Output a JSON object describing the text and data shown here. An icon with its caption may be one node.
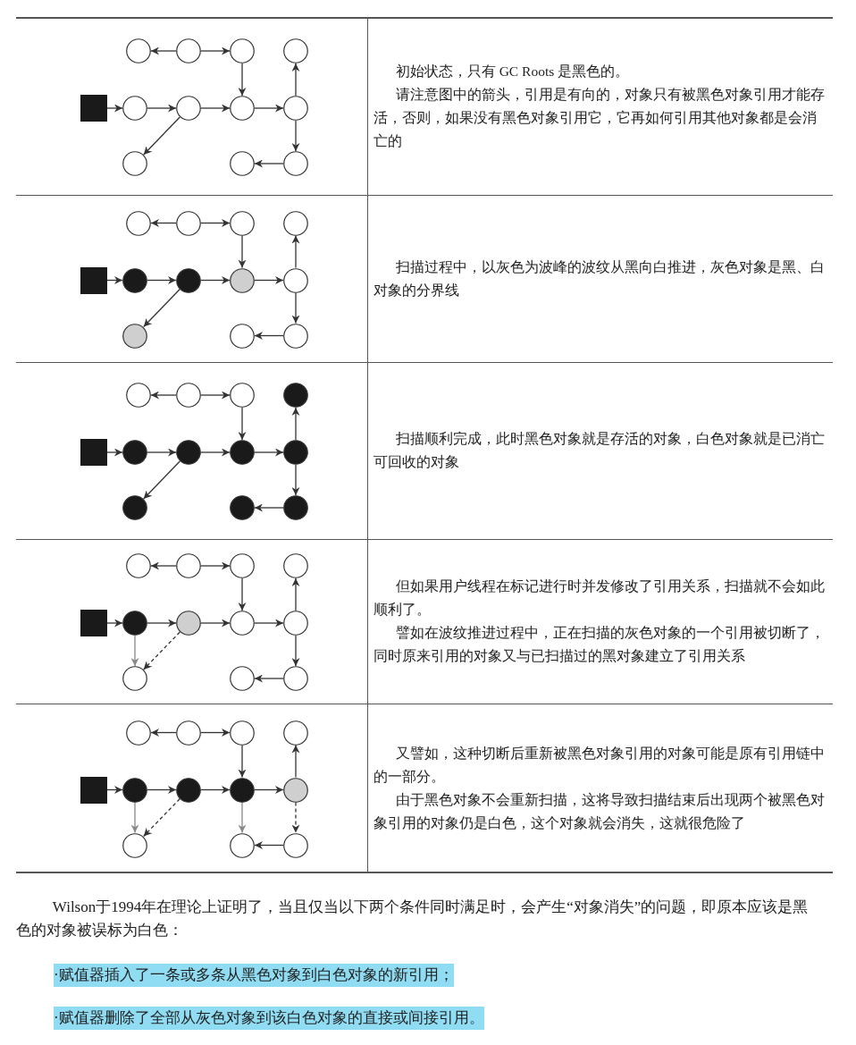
{
  "diagram": {
    "nodes": [
      {
        "text": [],
        "shape": "circle"
      },
      {
        "text": [],
        "shape": "circle"
      },
      {
        "text": [],
        "shape": "circle"
      },
      {
        "text": [],
        "shape": "circle"
      },
      {
        "text": [],
        "shape": "box"
      },
      {
        "text": [],
        "shape": "circle"
      },
      {
        "text": [],
        "shape": "circle"
      },
      {
        "text": [],
        "shape": "circle"
      },
      {
        "text": [],
        "shape": "circle"
      },
      {
        "text": [],
        "shape": "circle"
      },
      {
        "text": [],
        "shape": "circle"
      },
      {
        "text": [],
        "shape": "circle"
      },
      {
        "text": [],
        "shape": "circle"
      },
      {
        "text": [],
        "shape": "circle"
      },
      {
        "text": [],
        "shape": "circle"
      },
      {
        "text": [],
        "shape": "circle"
      },
      {
        "text": [],
        "shape": "box"
      },
      {
        "text": [],
        "shape": "circle"
      },
      {
        "text": [],
        "shape": "circle"
      },
      {
        "text": [],
        "shape": "circle"
      },
      {
        "text": [],
        "shape": "circle"
      },
      {
        "text": [],
        "shape": "circle"
      },
      {
        "text": [],
        "shape": "circle"
      },
      {
        "text": [],
        "shape": "circle"
      },
      {
        "text": [],
        "shape": "circle"
      },
      {
        "text": [],
        "shape": "circle"
      },
      {
        "text": [],
        "shape": "circle"
      },
      {
        "text": [],
        "shape": "circle"
      },
      {
        "text": [],
        "shape": "box"
      },
      {
        "text": [],
        "shape": "circle"
      },
      {
        "text": [],
        "shape": "circle"
      },
      {
        "text": [],
        "shape": "circle"
      },
      {
        "text": [],
        "shape": "circle"
      },
      {
        "text": [],
        "shape": "circle"
      },
      {
        "text": [],
        "shape": "circle"
      },
      {
        "text": [],
        "shape": "circle"
      },
      {
        "text": [],
        "shape": "circle"
      },
      {
        "text": [],
        "shape": "circle"
      },
      {
        "text": [],
        "shape": "circle"
      },
      {
        "text": [],
        "shape": "circle"
      },
      {
        "text": [],
        "shape": "box"
      },
      {
        "text": [],
        "shape": "circle"
      },
      {
        "text": [],
        "shape": "circle"
      },
      {
        "text": [],
        "shape": "circle"
      },
      {
        "text": [],
        "shape": "circle"
      },
      {
        "text": [],
        "shape": "circle"
      },
      {
        "text": [],
        "shape": "circle"
      },
      {
        "text": [],
        "shape": "circle"
      },
      {
        "text": [],
        "shape": "circle"
      },
      {
        "text": [],
        "shape": "circle"
      },
      {
        "text": [],
        "shape": "circle"
      },
      {
        "text": [],
        "shape": "circle"
      },
      {
        "text": [],
        "shape": "box"
      },
      {
        "text": [],
        "shape": "circle"
      },
      {
        "text": [],
        "shape": "circle"
      },
      {
        "text": [],
        "shape": "circle"
      },
      {
        "text": [],
        "shape": "circle"
      },
      {
        "text": [],
        "shape": "circle"
      },
      {
        "text": [],
        "shape": "circle"
      },
      {
        "text": [],
        "shape": "circle"
      }
    ],
    "edges": [
      {
        "from": 1,
        "to": 0,
        "arrow": "to"
      },
      {
        "from": 1,
        "to": 2,
        "arrow": "to"
      },
      {
        "from": 2,
        "to": 7,
        "arrow": "to"
      },
      {
        "from": 4,
        "to": 5,
        "arrow": "to"
      },
      {
        "from": 5,
        "to": 6,
        "arrow": "to"
      },
      {
        "from": 6,
        "to": 7,
        "arrow": "to"
      },
      {
        "from": 7,
        "to": 8,
        "arrow": "to"
      },
      {
        "from": 8,
        "to": 3,
        "arrow": "to"
      },
      {
        "from": 8,
        "to": 11,
        "arrow": "to"
      },
      {
        "from": 11,
        "to": 10,
        "arrow": "to"
      },
      {
        "from": 6,
        "to": 9,
        "arrow": "to"
      },
      {
        "from": 13,
        "to": 12,
        "arrow": "to"
      },
      {
        "from": 13,
        "to": 14,
        "arrow": "to"
      },
      {
        "from": 14,
        "to": 19,
        "arrow": "to"
      },
      {
        "from": 16,
        "to": 17,
        "arrow": "to"
      },
      {
        "from": 17,
        "to": 18,
        "arrow": "to"
      },
      {
        "from": 18,
        "to": 19,
        "arrow": "to"
      },
      {
        "from": 19,
        "to": 20,
        "arrow": "to"
      },
      {
        "from": 20,
        "to": 15,
        "arrow": "to"
      },
      {
        "from": 20,
        "to": 23,
        "arrow": "to"
      },
      {
        "from": 23,
        "to": 22,
        "arrow": "to"
      },
      {
        "from": 18,
        "to": 21,
        "arrow": "to"
      },
      {
        "from": 25,
        "to": 24,
        "arrow": "to"
      },
      {
        "from": 25,
        "to": 26,
        "arrow": "to"
      },
      {
        "from": 26,
        "to": 31,
        "arrow": "to"
      },
      {
        "from": 28,
        "to": 29,
        "arrow": "to"
      },
      {
        "from": 29,
        "to": 30,
        "arrow": "to"
      },
      {
        "from": 30,
        "to": 31,
        "arrow": "to"
      },
      {
        "from": 31,
        "to": 32,
        "arrow": "to"
      },
      {
        "from": 32,
        "to": 27,
        "arrow": "to"
      },
      {
        "from": 32,
        "to": 35,
        "arrow": "to"
      },
      {
        "from": 35,
        "to": 34,
        "arrow": "to"
      },
      {
        "from": 30,
        "to": 33,
        "arrow": "to"
      },
      {
        "from": 37,
        "to": 36,
        "arrow": "to"
      },
      {
        "from": 37,
        "to": 38,
        "arrow": "to"
      },
      {
        "from": 38,
        "to": 43,
        "arrow": "to"
      },
      {
        "from": 40,
        "to": 41,
        "arrow": "to"
      },
      {
        "from": 41,
        "to": 42,
        "arrow": "to"
      },
      {
        "from": 42,
        "to": 43,
        "arrow": "to"
      },
      {
        "from": 43,
        "to": 44,
        "arrow": "to"
      },
      {
        "from": 44,
        "to": 39,
        "arrow": "to"
      },
      {
        "from": 44,
        "to": 47,
        "arrow": "to"
      },
      {
        "from": 47,
        "to": 46,
        "arrow": "to"
      },
      {
        "from": 41,
        "to": 45,
        "arrow": "to",
        "color": "#888888"
      },
      {
        "from": 42,
        "to": 45,
        "arrow": "to",
        "style": "dashed"
      },
      {
        "from": 49,
        "to": 48,
        "arrow": "to"
      },
      {
        "from": 49,
        "to": 50,
        "arrow": "to"
      },
      {
        "from": 50,
        "to": 55,
        "arrow": "to"
      },
      {
        "from": 52,
        "to": 53,
        "arrow": "to"
      },
      {
        "from": 53,
        "to": 54,
        "arrow": "to"
      },
      {
        "from": 54,
        "to": 55,
        "arrow": "to"
      },
      {
        "from": 55,
        "to": 56,
        "arrow": "to"
      },
      {
        "from": 56,
        "to": 51,
        "arrow": "to"
      },
      {
        "from": 56,
        "to": 59,
        "arrow": "to",
        "style": "dashed"
      },
      {
        "from": 59,
        "to": 58,
        "arrow": "to"
      },
      {
        "from": 53,
        "to": 57,
        "arrow": "to",
        "color": "#888888"
      },
      {
        "from": 54,
        "to": 57,
        "arrow": "to",
        "style": "dashed"
      },
      {
        "from": 55,
        "to": 58,
        "arrow": "to",
        "color": "#888888"
      }
    ],
    "labels": [
      "初始状态，只有 GC Roots 是黑色的。",
      "请注意图中的箭头，引用是有向的，对象只有被黑色对象引用才能存活，否则，如果没有黑色对象引用它，它再如何引用其他对象都是会消亡的",
      "扫描过程中，以灰色为波峰的波纹从黑向白推进，灰色对象是黑、白对象的分界线",
      "扫描顺利完成，此时黑色对象就是存活的对象，白色对象就是已消亡可回收的对象",
      "但如果用户线程在标记进行时并发修改了引用关系，扫描就不会如此顺利了。",
      "譬如在波纹推进过程中，正在扫描的灰色对象的一个引用被切断了，同时原来引用的对象又与已扫描过的黑对象建立了引用关系",
      "又譬如，这种切断后重新被黑色对象引用的对象可能是原有引用链中的一部分。",
      "由于黑色对象不会重新扫描，这将导致扫描结束后出现两个被黑色对象引用的对象仍是白色，这个对象就会消失，这就很危险了",
      "Wilson于1994年在理论上证明了，当且仅当以下两个条件同时满足时，会产生“对象消失”的问题，即原本应该是黑色的对象被误标为白色：",
      "·赋值器插入了一条或多条从黑色对象到白色对象的新引用；",
      "·赋值器删除了全部从灰色对象到该白色对象的直接或间接引用。"
    ]
  }
}
